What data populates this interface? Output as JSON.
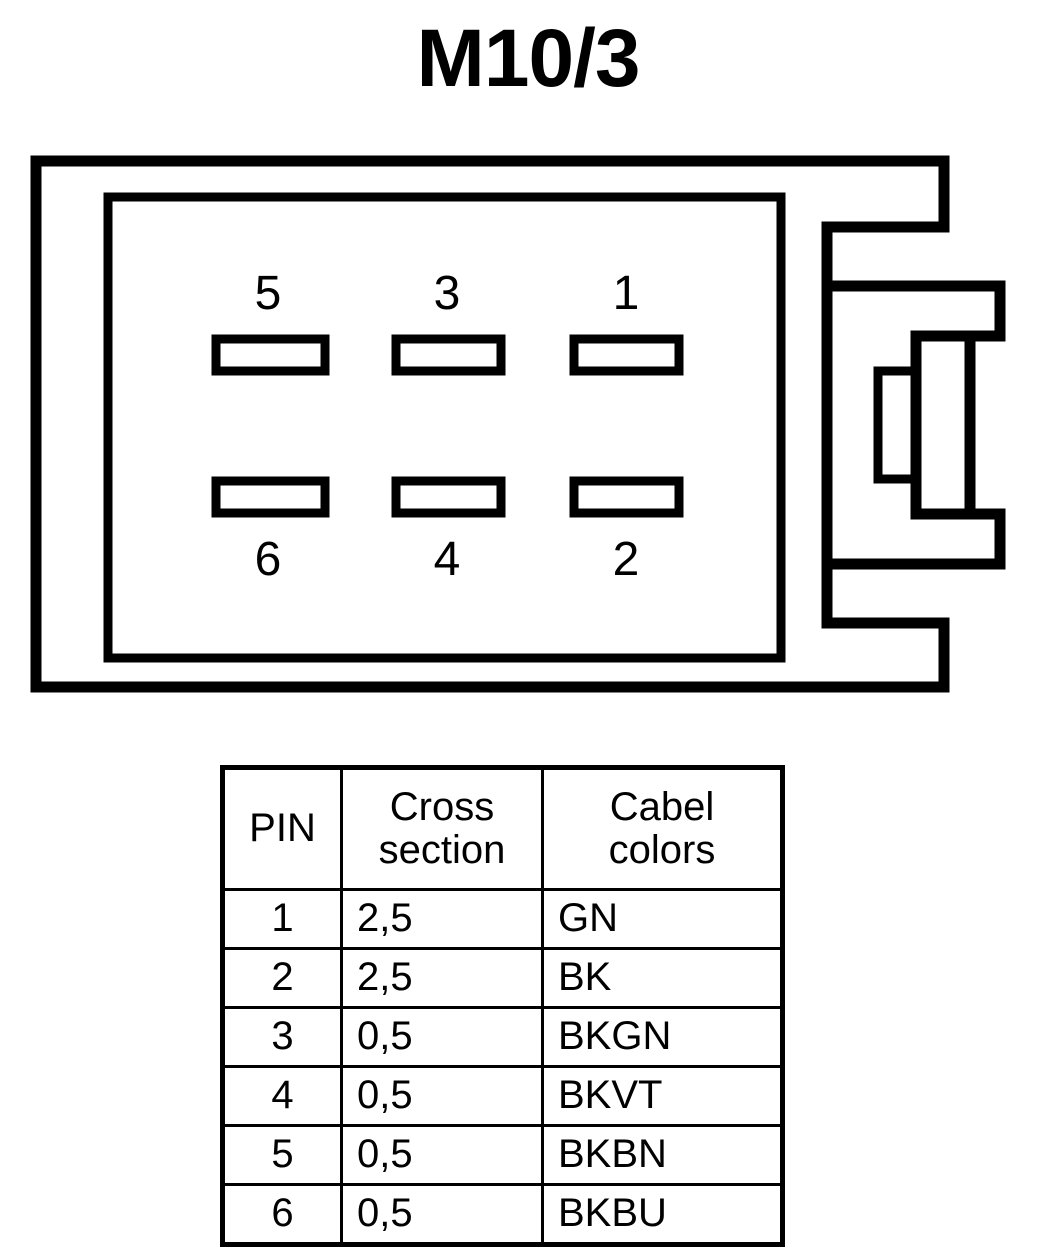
{
  "title": "M10/3",
  "connector": {
    "name": "6-way-connector-housing",
    "pin_positions": {
      "top_row": [
        "5",
        "3",
        "1"
      ],
      "bottom_row": [
        "6",
        "4",
        "2"
      ]
    },
    "slots": [
      {
        "pin": "5",
        "row": "top"
      },
      {
        "pin": "3",
        "row": "top"
      },
      {
        "pin": "1",
        "row": "top"
      },
      {
        "pin": "6",
        "row": "bottom"
      },
      {
        "pin": "4",
        "row": "bottom"
      },
      {
        "pin": "2",
        "row": "bottom"
      }
    ],
    "stroke_color": "#000000",
    "fill_color": "#ffffff"
  },
  "table": {
    "headers": [
      "PIN",
      "Cross section",
      "Cabel colors"
    ],
    "header_lines": {
      "pin": "PIN",
      "cross_line1": "Cross",
      "cross_line2": "section",
      "color_line1": "Cabel",
      "color_line2": "colors"
    },
    "rows": [
      {
        "pin": "1",
        "cross_section": "2,5",
        "cable_colors": "GN"
      },
      {
        "pin": "2",
        "cross_section": "2,5",
        "cable_colors": "BK"
      },
      {
        "pin": "3",
        "cross_section": "0,5",
        "cable_colors": "BKGN"
      },
      {
        "pin": "4",
        "cross_section": "0,5",
        "cable_colors": "BKVT"
      },
      {
        "pin": "5",
        "cross_section": "0,5",
        "cable_colors": "BKBN"
      },
      {
        "pin": "6",
        "cross_section": "0,5",
        "cable_colors": "BKBU"
      }
    ]
  }
}
